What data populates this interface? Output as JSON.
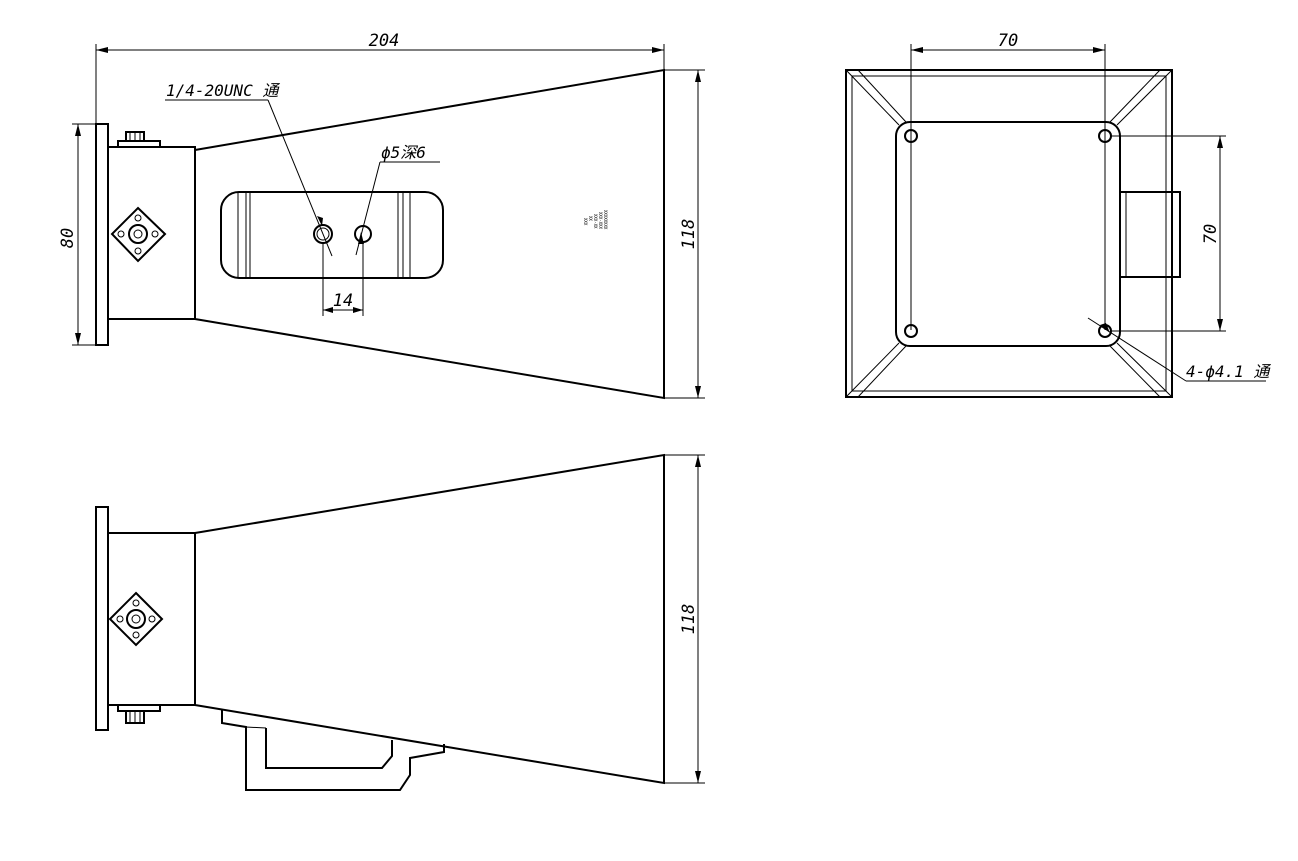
{
  "dimensions": {
    "overall_length": "204",
    "flange_height": "80",
    "aperture_height_top": "118",
    "aperture_height_bottom": "118",
    "hole_spacing": "14",
    "end_width": "70",
    "end_height": "70"
  },
  "callouts": {
    "thread_hole": "1/4-20UNC 通",
    "blind_hole": "ϕ5深6",
    "mount_holes": "4-ϕ4.1 通"
  },
  "nameplate": {
    "lines": [
      "XXXXXXXX",
      "XXX-XXX",
      "XXX-XX",
      "XX",
      "XXX"
    ]
  },
  "colors": {
    "line": "#000000",
    "background": "#ffffff"
  }
}
